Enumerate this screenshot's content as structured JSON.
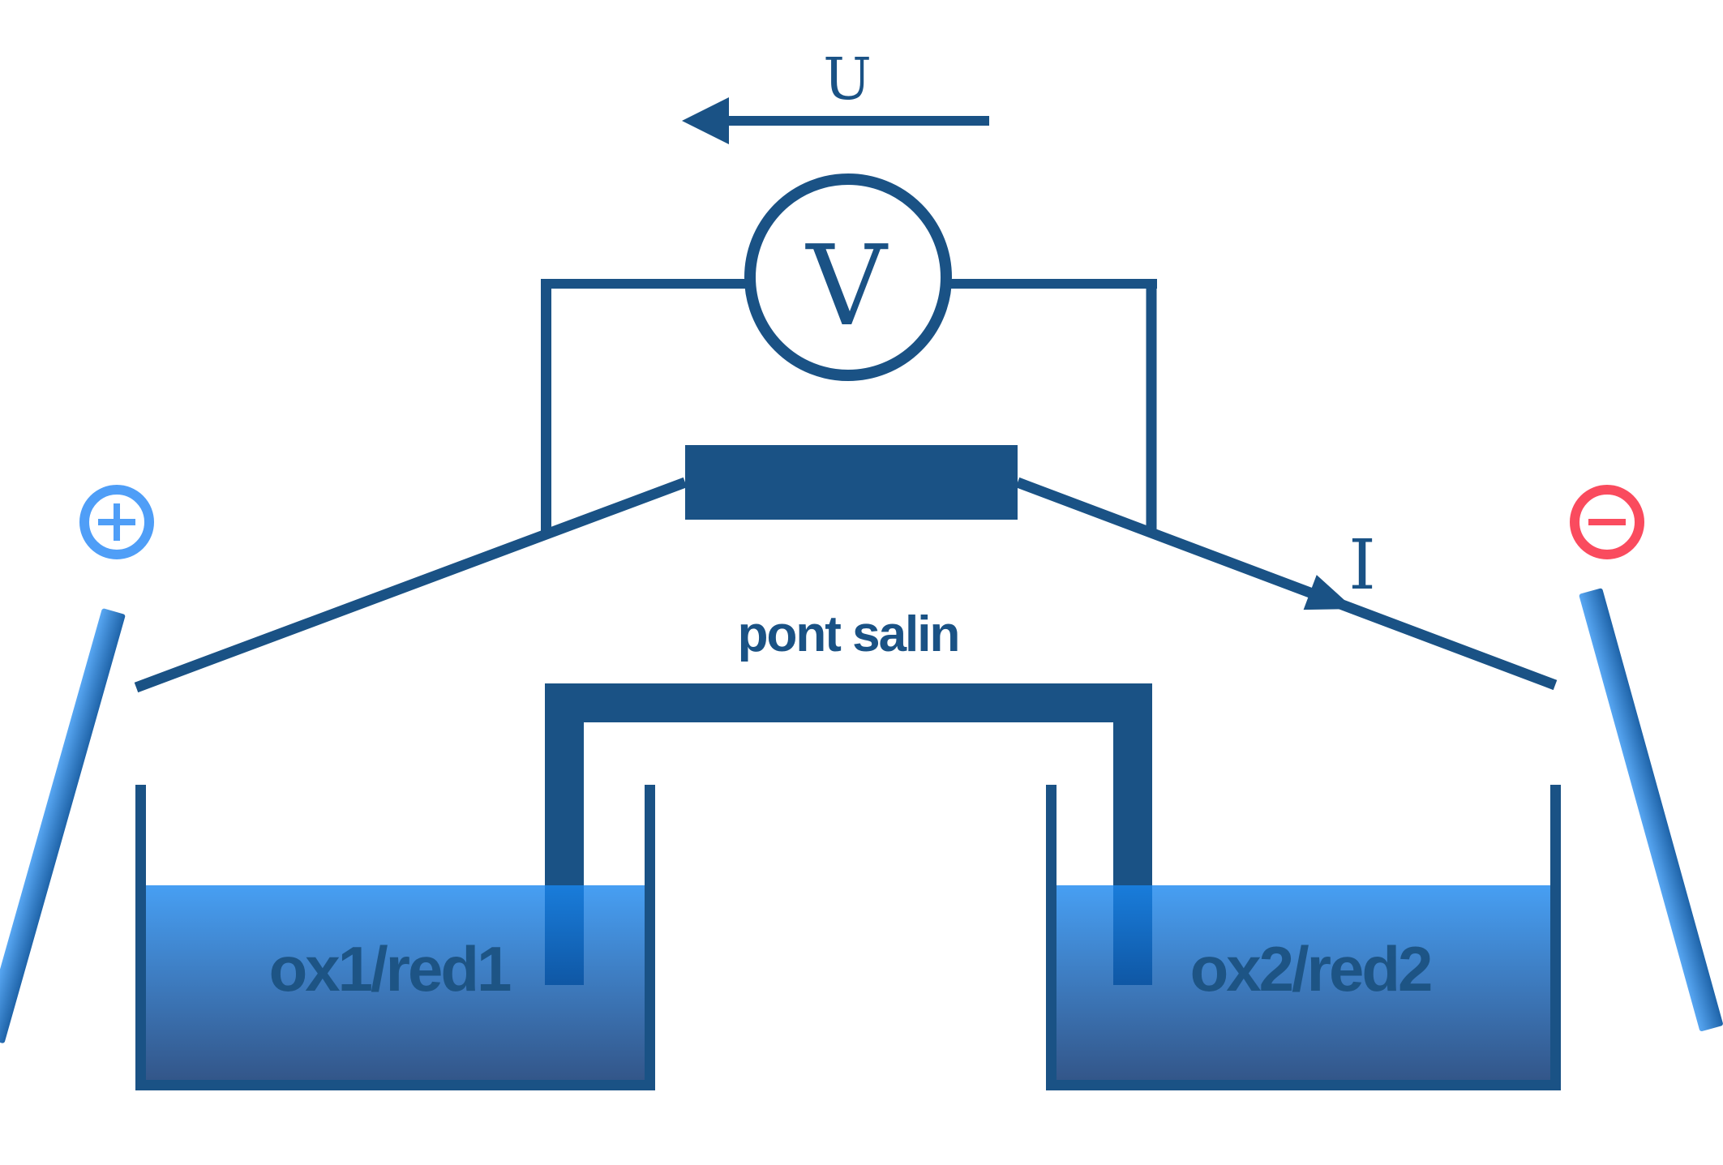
{
  "labels": {
    "voltage": "U",
    "voltmeter": "V",
    "current": "I",
    "salt_bridge": "pont salin",
    "left_solution": "ox1/red1",
    "right_solution": "ox2/red2",
    "positive_terminal": "+",
    "negative_terminal": "−"
  },
  "colors": {
    "wire_dark_blue": "#1a5285",
    "positive_terminal_blue": "#4f9ef7",
    "negative_terminal_red": "#fa4b5e",
    "electrode_light": "#58a7f3",
    "electrode_dark": "#1e63a8",
    "liquid_top": "#47a0f4",
    "liquid_bottom": "#215689",
    "background": "#ffffff"
  }
}
